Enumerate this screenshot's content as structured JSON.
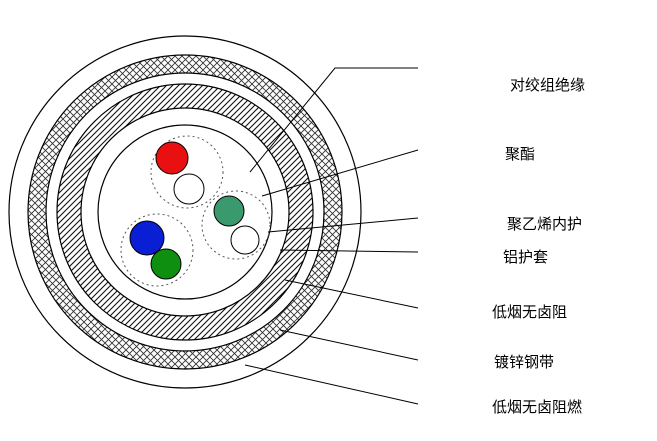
{
  "diagram": {
    "type": "cable-cross-section",
    "labels": [
      "对绞组绝缘",
      "聚酯",
      "聚乙烯内护",
      "铝护套",
      "低烟无卤阻",
      "镀锌钢带",
      "低烟无卤阻燃"
    ],
    "conductor_colors": {
      "red": "#e81010",
      "white": "#ffffff",
      "green_light": "#3a9a6e",
      "green_dark": "#0f8f0f",
      "blue": "#0a1fd4"
    },
    "line_color": "#000000"
  }
}
